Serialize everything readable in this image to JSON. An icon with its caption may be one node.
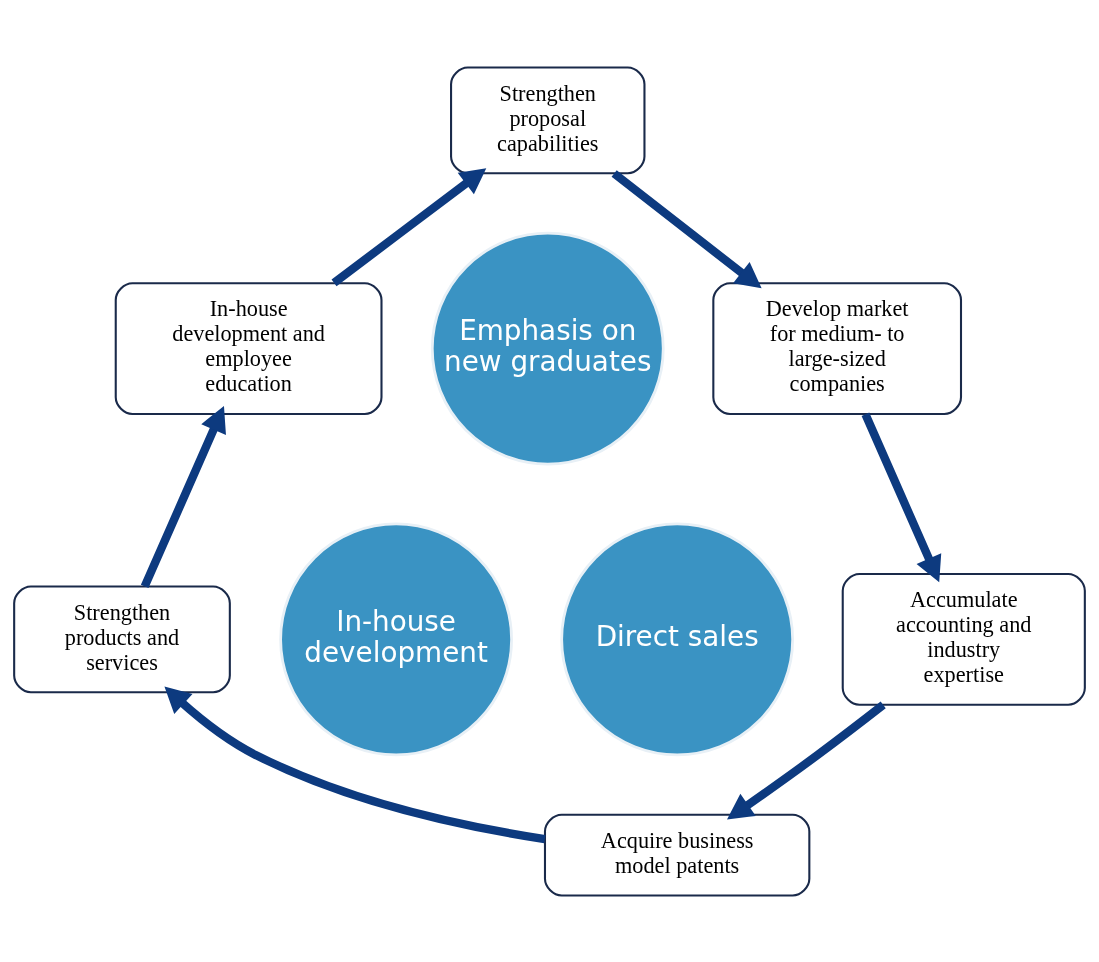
{
  "diagram": {
    "nodes": [
      {
        "text": [
          "Strengthen proposal capabilities"
        ]
      },
      {
        "text": [
          "Develop market for medium- to large-sized companies"
        ]
      },
      {
        "text": [
          "Accumulate accounting and industry expertise"
        ]
      },
      {
        "text": [
          "Acquire business model patents"
        ]
      },
      {
        "text": [
          "Strengthen products and services"
        ]
      },
      {
        "text": [
          "In-house development and employee education"
        ]
      },
      {
        "text": [
          "Emphasis on new graduates"
        ]
      },
      {
        "text": [
          "In-house development"
        ]
      },
      {
        "text": [
          "Direct sales"
        ]
      }
    ],
    "edges": [
      {
        "from": 0,
        "to": 1,
        "arrow": "to"
      },
      {
        "from": 1,
        "to": 2,
        "arrow": "to"
      },
      {
        "from": 2,
        "to": 3,
        "arrow": "to"
      },
      {
        "from": 3,
        "to": 4,
        "arrow": "to"
      },
      {
        "from": 4,
        "to": 5,
        "arrow": "to"
      },
      {
        "from": 5,
        "to": 0,
        "arrow": "to"
      }
    ]
  }
}
